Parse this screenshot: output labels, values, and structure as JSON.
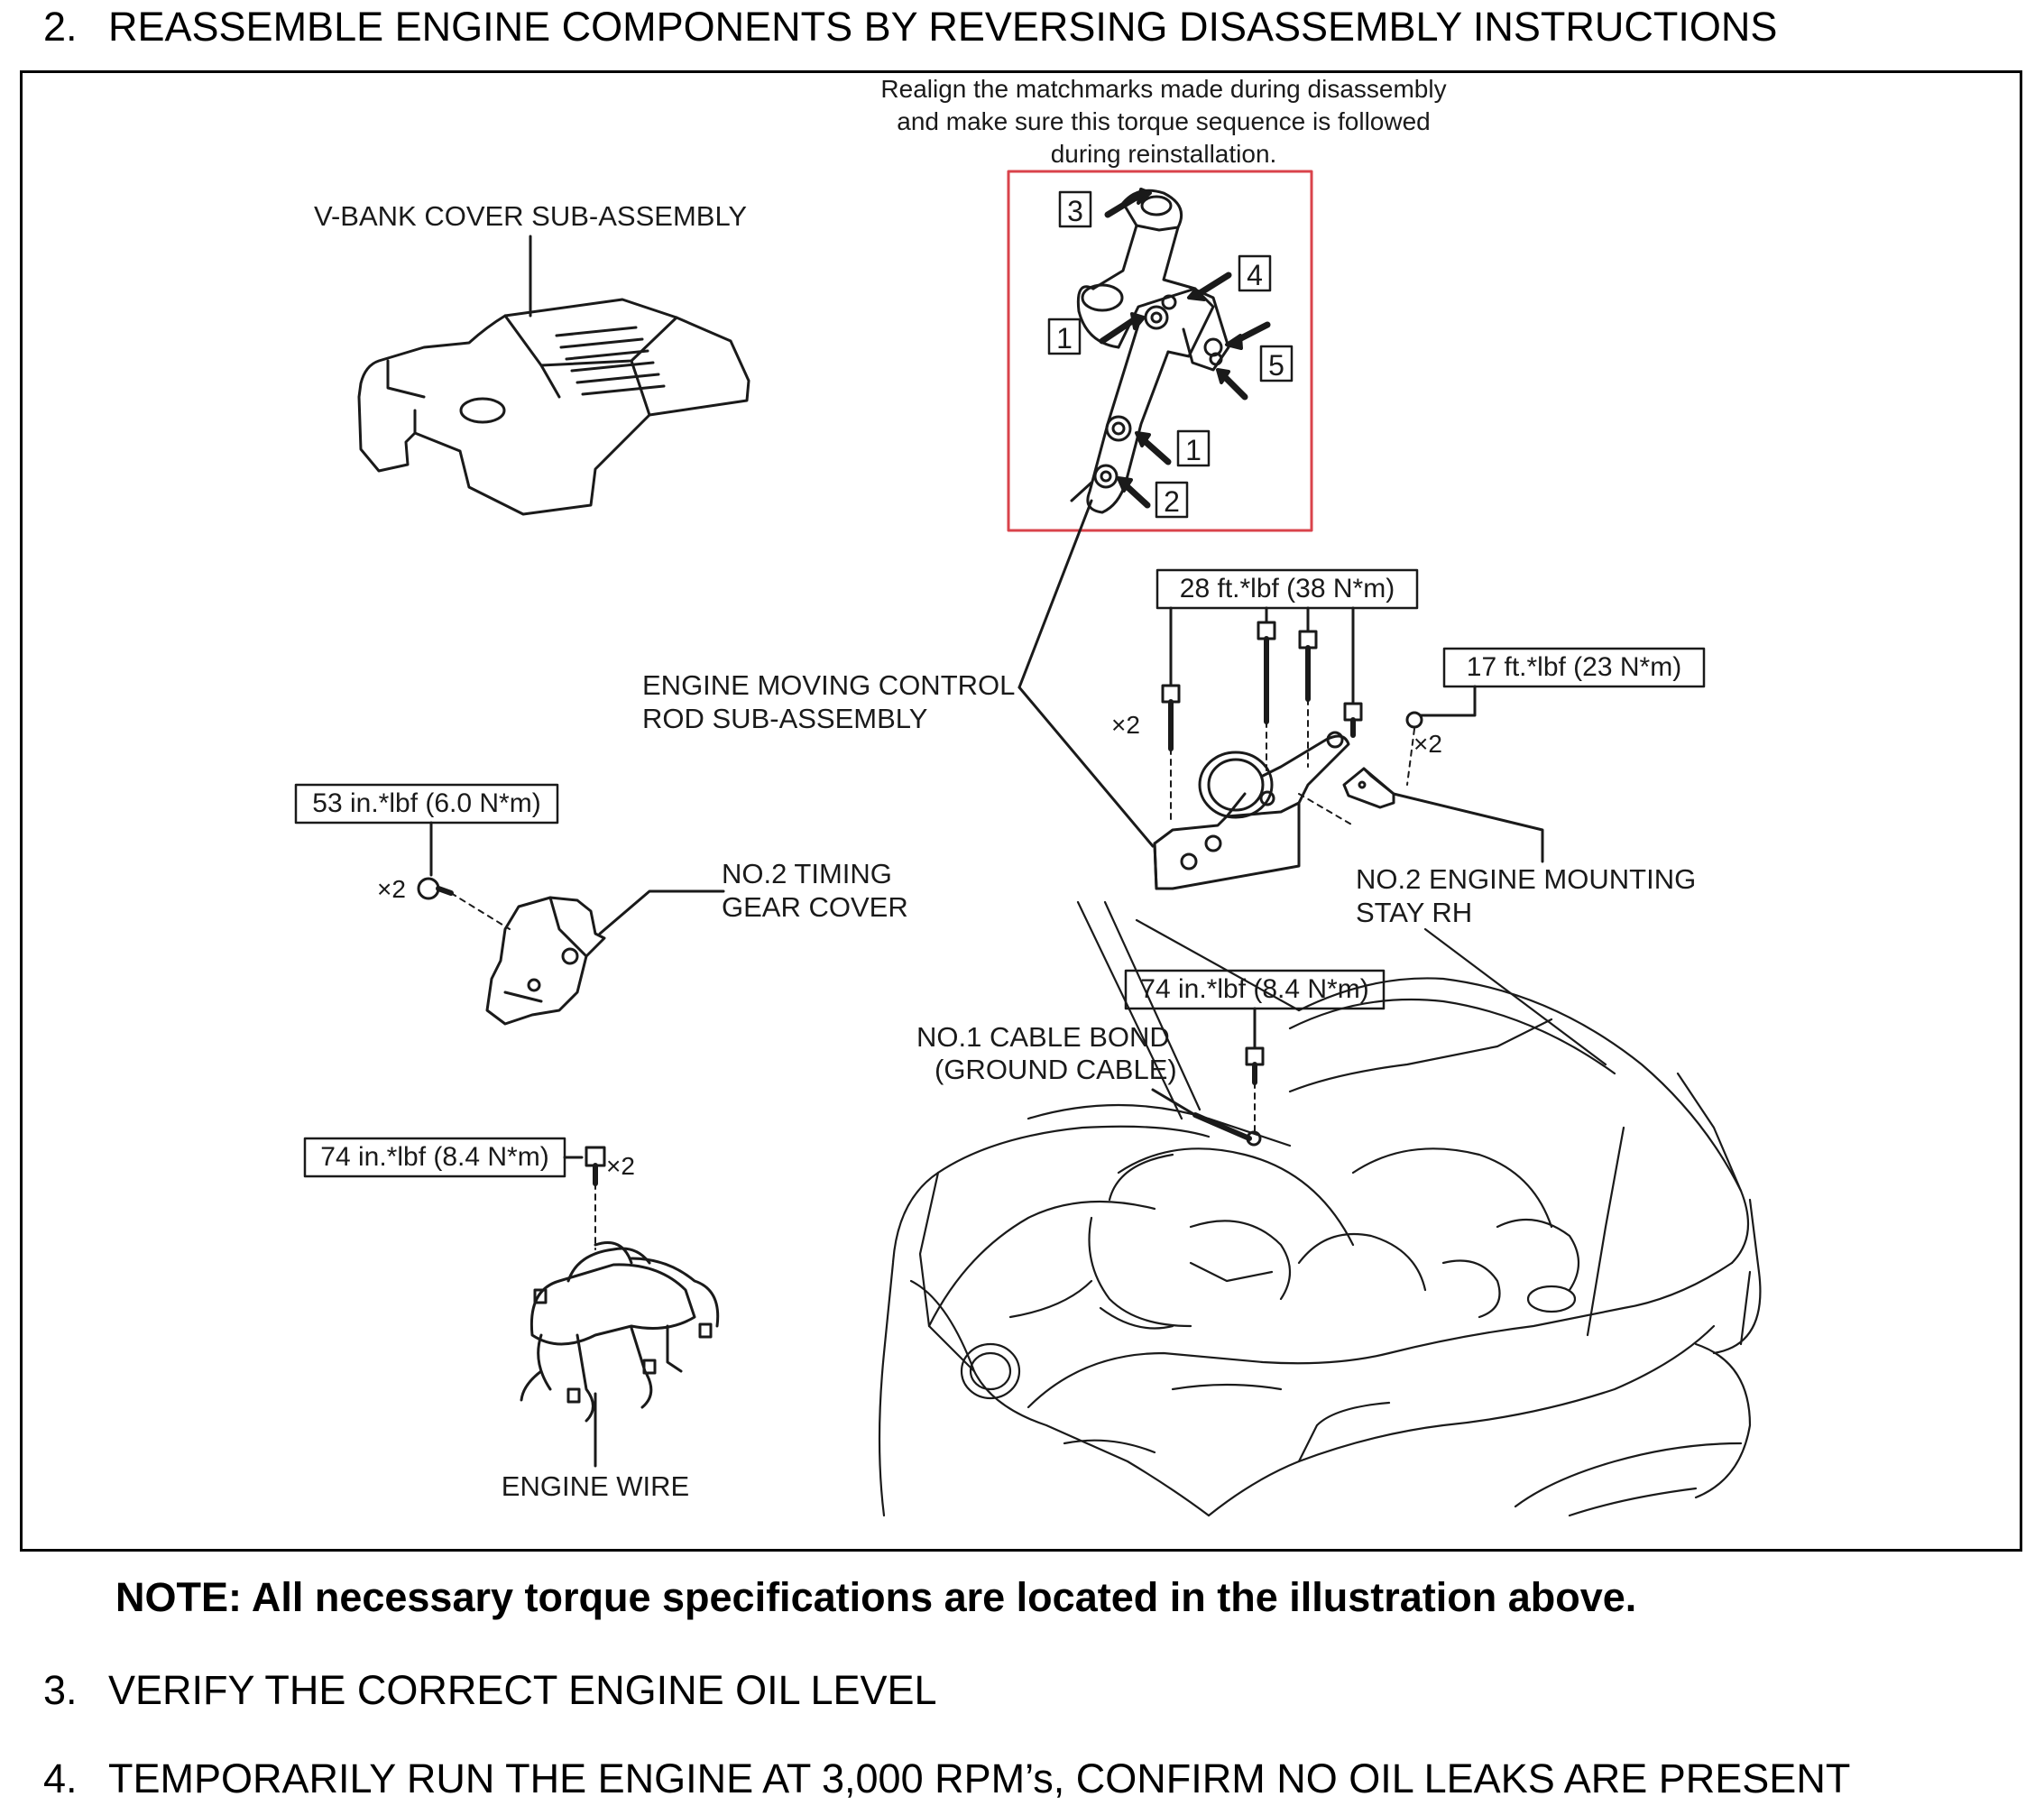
{
  "steps": [
    {
      "number": "2.",
      "text": "REASSEMBLE ENGINE COMPONENTS BY REVERSING DISASSEMBLY INSTRUCTIONS"
    },
    {
      "number": "3.",
      "text": "VERIFY THE CORRECT ENGINE OIL LEVEL"
    },
    {
      "number": "4.",
      "text": "TEMPORARILY RUN THE ENGINE AT 3,000 RPM’s, CONFIRM NO OIL LEAKS ARE PRESENT"
    }
  ],
  "note": "NOTE: All necessary torque specifications are located in the illustration above.",
  "diagram": {
    "callout": [
      "Realign the matchmarks made during disassembly",
      "and make sure this torque sequence is followed",
      "during reinstallation."
    ],
    "sequence_numbers": [
      "3",
      "4",
      "1",
      "5",
      "1",
      "2"
    ],
    "labels": {
      "v_bank_cover": "V-BANK COVER SUB-ASSEMBLY",
      "control_rod_1": "ENGINE MOVING CONTROL",
      "control_rod_2": "ROD SUB-ASSEMBLY",
      "timing_cover_1": "NO.2 TIMING",
      "timing_cover_2": "GEAR COVER",
      "mounting_stay_1": "NO.2 ENGINE MOUNTING",
      "mounting_stay_2": "STAY RH",
      "cable_bond_1": "NO.1 CABLE BOND",
      "cable_bond_2": "(GROUND CABLE)",
      "engine_wire": "ENGINE WIRE"
    },
    "torques": {
      "rod_bolts": "28 ft.*lbf (38 N*m)",
      "stay_bolts": "17 ft.*lbf (23 N*m)",
      "timing_cover": "53 in.*lbf (6.0 N*m)",
      "cable_bond": "74 in.*lbf (8.4 N*m)",
      "engine_wire": "74 in.*lbf (8.4 N*m)"
    },
    "quantities": {
      "rod_bolts": "×2",
      "stay_bolts": "×2",
      "timing_cover": "×2",
      "engine_wire": "×2"
    },
    "colors": {
      "callout_box": "#d9434b",
      "line": "#1a1a1a"
    }
  }
}
